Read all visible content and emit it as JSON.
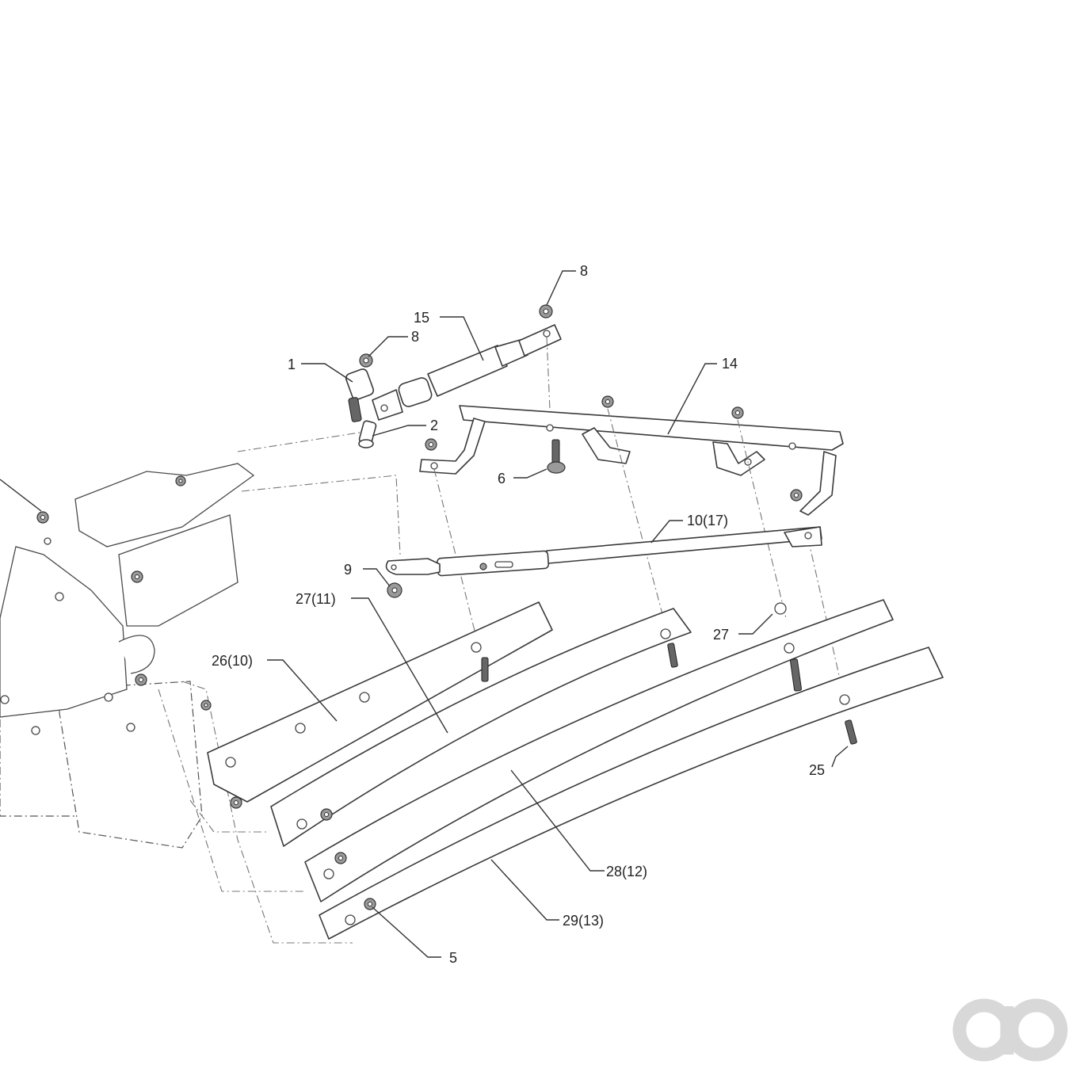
{
  "callouts": [
    {
      "id": "c1",
      "text": "1"
    },
    {
      "id": "c8a",
      "text": "8"
    },
    {
      "id": "c15",
      "text": "15"
    },
    {
      "id": "c8b",
      "text": "8"
    },
    {
      "id": "c14",
      "text": "14"
    },
    {
      "id": "c2",
      "text": "2"
    },
    {
      "id": "c6",
      "text": "6"
    },
    {
      "id": "c10",
      "text": "10(17)"
    },
    {
      "id": "c9",
      "text": "9"
    },
    {
      "id": "c27a",
      "text": "27(11)"
    },
    {
      "id": "c27b",
      "text": "27"
    },
    {
      "id": "c26",
      "text": "26(10)"
    },
    {
      "id": "c25",
      "text": "25"
    },
    {
      "id": "c28",
      "text": "28(12)"
    },
    {
      "id": "c29",
      "text": "29(13)"
    },
    {
      "id": "c5",
      "text": "5"
    }
  ],
  "watermark": {
    "icon": "ao-logo-icon",
    "color": "#d8d8d8"
  },
  "colors": {
    "line": "#3a3a3a",
    "background": "#ffffff"
  }
}
